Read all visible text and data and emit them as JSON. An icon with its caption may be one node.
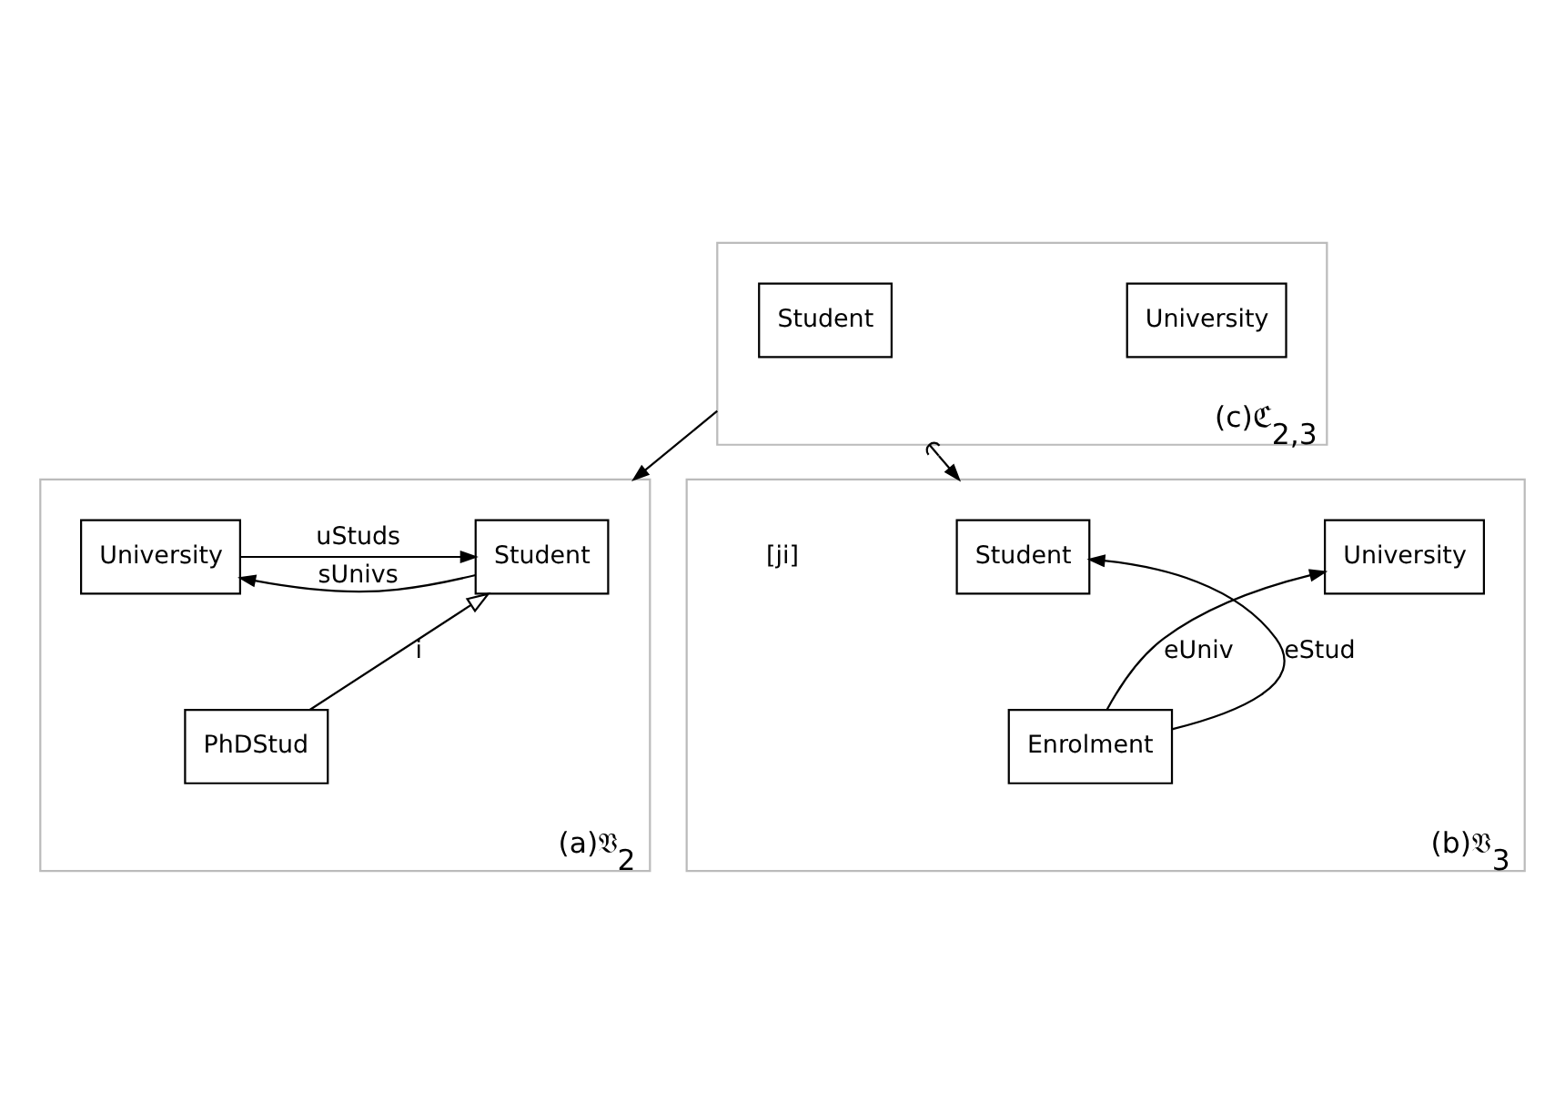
{
  "diagram": {
    "nodes": [
      {
        "text": [
          "(c)ℭ$_{2,3}$"
        ]
      },
      {
        "text": [
          "Student"
        ],
        "in": 0
      },
      {
        "text": [
          "University"
        ],
        "in": 0
      },
      {
        "text": [
          "(a)𝔙$_{2}$"
        ]
      },
      {
        "text": [
          "Student"
        ],
        "in": 3
      },
      {
        "text": [
          "University"
        ],
        "in": 3
      },
      {
        "text": [
          "PhDStud"
        ],
        "in": 3
      },
      {
        "text": [
          "(b)𝔙$_{3}$"
        ]
      },
      {
        "text": [
          "Student"
        ],
        "in": 7
      },
      {
        "text": [
          "University"
        ],
        "in": 7
      },
      {
        "text": [
          "Enrolment"
        ],
        "in": 7
      }
    ],
    "edges": [
      {
        "from": 0,
        "to": 3,
        "arrow": "to"
      },
      {
        "from": 0,
        "to": 7,
        "arrow": "to"
      },
      {
        "from": 4,
        "to": 5,
        "label": "sUnivs",
        "arrow": "to"
      },
      {
        "from": 5,
        "to": 4,
        "label": "uStuds",
        "arrow": "to"
      },
      {
        "from": 6,
        "to": 4,
        "label": "i",
        "arrow": "to"
      },
      {
        "from": 10,
        "to": 8,
        "label": "eStud",
        "arrow": "to"
      },
      {
        "from": 10,
        "to": 9,
        "label": "eUniv",
        "arrow": "to"
      }
    ],
    "labels": [
      "[ji]"
    ]
  }
}
